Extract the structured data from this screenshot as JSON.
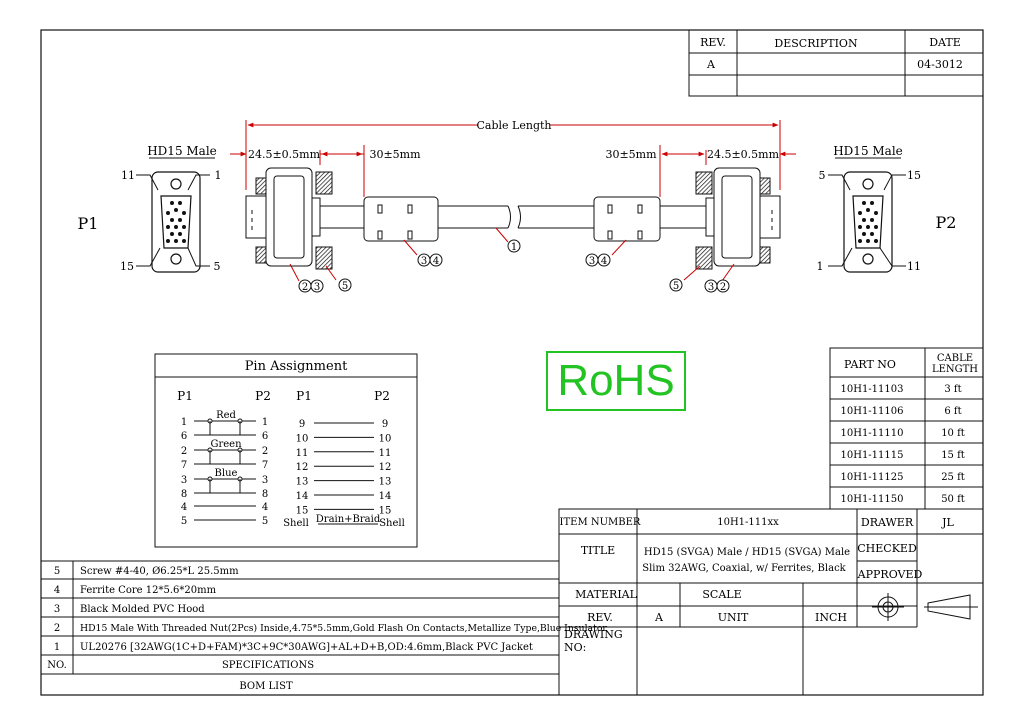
{
  "revision_block": {
    "rev_header": "REV.",
    "description_header": "DESCRIPTION",
    "date_header": "DATE",
    "rev_value": "A",
    "date_value": "04-3012"
  },
  "drawing": {
    "cable_length_label": "Cable Length",
    "dim_left_connector": "24.5±0.5mm",
    "dim_left_ferrite": "30±5mm",
    "dim_right_ferrite": "30±5mm",
    "dim_right_connector": "24.5±0.5mm",
    "left_connector_label": "HD15 Male",
    "right_connector_label": "HD15 Male",
    "left_end_label": "P1",
    "right_end_label": "P2",
    "left_pins": {
      "top_left": "11",
      "top_right": "1",
      "bottom_left": "15",
      "bottom_right": "5"
    },
    "right_pins": {
      "top_left": "5",
      "top_right": "15",
      "bottom_left": "1",
      "bottom_right": "11"
    },
    "callouts": {
      "cable": "1",
      "left_pair": [
        "2",
        "3"
      ],
      "left_screw": "5",
      "left_ferrite": [
        "3",
        "4"
      ],
      "right_ferrite": [
        "3",
        "4"
      ],
      "right_screw": "5",
      "right_pair": [
        "3",
        "2"
      ]
    }
  },
  "pin_assignment": {
    "title": "Pin Assignment",
    "left_headers": [
      "P1",
      "P2"
    ],
    "right_headers": [
      "P1",
      "P2"
    ],
    "color_pairs": [
      {
        "name": "Red",
        "p1": [
          "1",
          "6"
        ],
        "p2": [
          "1",
          "6"
        ]
      },
      {
        "name": "Green",
        "p1": [
          "2",
          "7"
        ],
        "p2": [
          "2",
          "7"
        ]
      },
      {
        "name": "Blue",
        "p1": [
          "3",
          "8"
        ],
        "p2": [
          "3",
          "8"
        ]
      }
    ],
    "straight_left": [
      [
        "4",
        "4"
      ],
      [
        "5",
        "5"
      ]
    ],
    "straight_right": [
      [
        "9",
        "9"
      ],
      [
        "10",
        "10"
      ],
      [
        "11",
        "11"
      ],
      [
        "12",
        "12"
      ],
      [
        "13",
        "13"
      ],
      [
        "14",
        "14"
      ],
      [
        "15",
        "15"
      ]
    ],
    "shell_left": "Shell",
    "shell_right": "Shell",
    "drain_label": "Drain+Braid"
  },
  "rohs_label": "RoHS",
  "parts_table": {
    "header_part": "PART NO",
    "header_length": "CABLE LENGTH",
    "rows": [
      {
        "part": "10H1-11103",
        "length": "3 ft"
      },
      {
        "part": "10H1-11106",
        "length": "6 ft"
      },
      {
        "part": "10H1-11110",
        "length": "10 ft"
      },
      {
        "part": "10H1-11115",
        "length": "15 ft"
      },
      {
        "part": "10H1-11125",
        "length": "25 ft"
      },
      {
        "part": "10H1-11150",
        "length": "50 ft"
      }
    ]
  },
  "title_block": {
    "item_number_label": "ITEM NUMBER",
    "item_number": "10H1-111xx",
    "drawer_label": "DRAWER",
    "drawer": "JL",
    "title_label": "TITLE",
    "title_line1": "HD15 (SVGA) Male / HD15 (SVGA) Male",
    "title_line2": "Slim 32AWG, Coaxial, w/ Ferrites, Black",
    "checked_label": "CHECKED",
    "approved_label": "APPROVED",
    "material_label": "MATERIAL",
    "scale_label": "SCALE",
    "rev_label": "REV.",
    "rev": "A",
    "unit_label": "UNIT",
    "unit": "INCH",
    "drawing_no_label_1": "DRAWING",
    "drawing_no_label_2": "NO:"
  },
  "bom": {
    "rows": [
      {
        "no": "5",
        "spec": "Screw #4-40, Ø6.25*L 25.5mm"
      },
      {
        "no": "4",
        "spec": "Ferrite Core 12*5.6*20mm"
      },
      {
        "no": "3",
        "spec": "Black Molded PVC Hood"
      },
      {
        "no": "2",
        "spec": "HD15 Male With Threaded Nut(2Pcs) Inside,4.75*5.5mm,Gold Flash On Contacts,Metallize Type,Blue Insulator"
      },
      {
        "no": "1",
        "spec": "UL20276 [32AWG(1C+D+FAM)*3C+9C*30AWG]+AL+D+B,OD:4.6mm,Black PVC Jacket"
      }
    ],
    "no_header": "NO.",
    "spec_header": "SPECIFICATIONS",
    "footer": "BOM LIST"
  }
}
